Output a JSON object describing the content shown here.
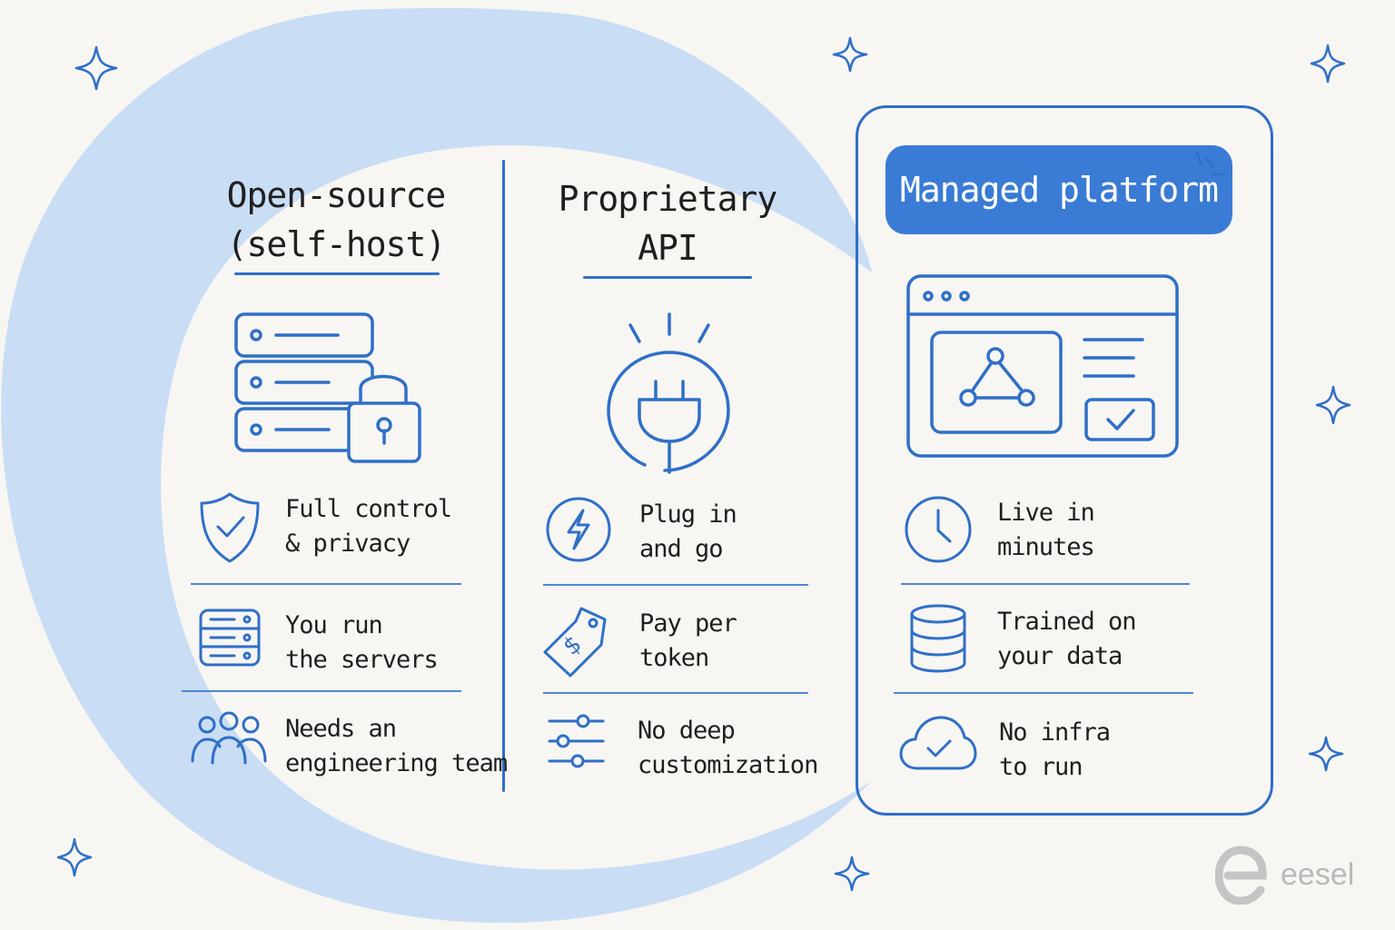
{
  "colors": {
    "accent": "#2f6fc7",
    "pill": "#3a7bd5",
    "background": "#f7f6f3",
    "blob": "#c9ddf5",
    "brand_gray": "#b9b9b9"
  },
  "columns": [
    {
      "id": "open-source",
      "title_lines": [
        "Open-source",
        "(self-host)"
      ],
      "illustration": "server-lock-icon",
      "features": [
        {
          "icon": "shield-check-icon",
          "lines": [
            "Full control",
            "& privacy"
          ]
        },
        {
          "icon": "server-rack-icon",
          "lines": [
            "You run",
            "the servers"
          ]
        },
        {
          "icon": "team-icon",
          "lines": [
            "Needs an",
            "engineering team"
          ]
        }
      ]
    },
    {
      "id": "proprietary",
      "title_lines": [
        "Proprietary",
        "API"
      ],
      "illustration": "plug-icon",
      "features": [
        {
          "icon": "lightning-icon",
          "lines": [
            "Plug in",
            "and go"
          ]
        },
        {
          "icon": "price-tag-icon",
          "lines": [
            "Pay per",
            "token"
          ]
        },
        {
          "icon": "sliders-icon",
          "lines": [
            "No deep",
            "customization"
          ]
        }
      ]
    },
    {
      "id": "managed",
      "title": "Managed platform",
      "illustration": "browser-window-icon",
      "features": [
        {
          "icon": "clock-icon",
          "lines": [
            "Live in",
            "minutes"
          ]
        },
        {
          "icon": "database-icon",
          "lines": [
            "Trained on",
            "your data"
          ]
        },
        {
          "icon": "cloud-check-icon",
          "lines": [
            "No infra",
            "to run"
          ]
        }
      ]
    }
  ],
  "brand": {
    "name": "eesel",
    "logo_icon": "eesel-logo-icon"
  }
}
